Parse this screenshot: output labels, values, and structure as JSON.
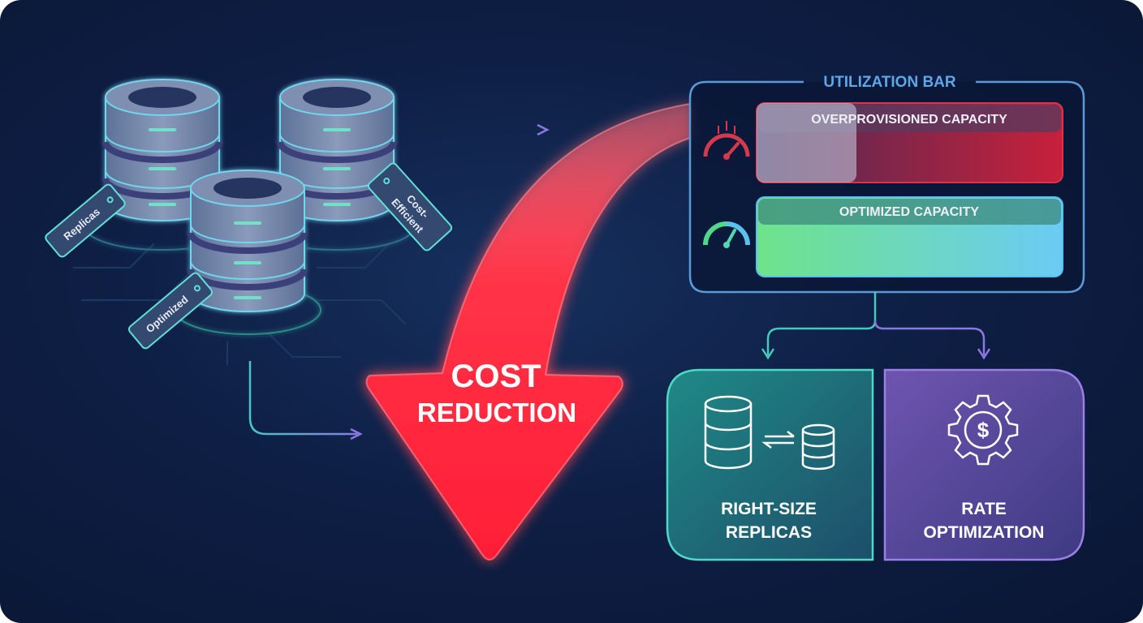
{
  "tags": {
    "replicas": "Replicas",
    "optimized": "Optimized",
    "cost_efficient_line1": "Cost-",
    "cost_efficient_line2": "Efficient"
  },
  "arrow": {
    "line1": "COST",
    "line2": "REDUCTION"
  },
  "utilization": {
    "title": "UTILIZATION BAR",
    "overprovisioned_label": "OVERPROVISIONED CAPACITY",
    "optimized_label": "OPTIMIZED CAPACITY"
  },
  "cards": [
    {
      "line1": "RIGHT-SIZE",
      "line2": "REPLICAS",
      "icon": "database-resize-icon"
    },
    {
      "line1": "RATE",
      "line2": "OPTIMIZATION",
      "icon": "dollar-gear-icon"
    }
  ],
  "colors": {
    "background": "#0e1f45",
    "cost_red": "#ff2a3d",
    "teal": "#3fc9b5",
    "purple": "#8a6fd6",
    "utilization_border": "#5b9ad8"
  }
}
